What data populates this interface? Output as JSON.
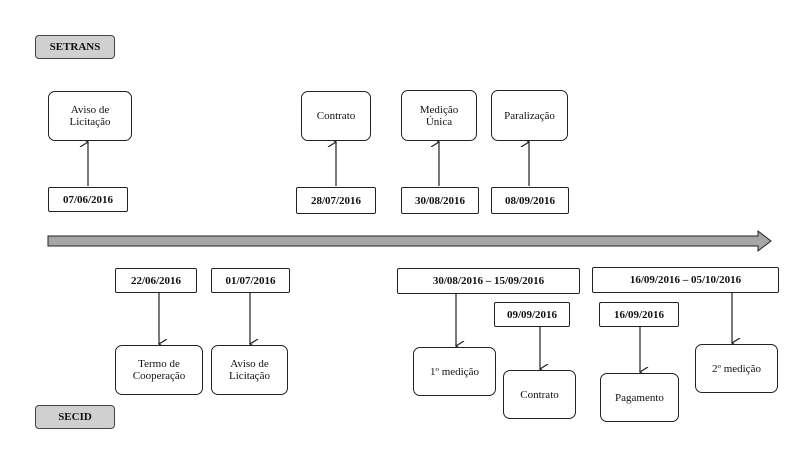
{
  "labels": {
    "top": "SETRANS",
    "bottom": "SECID"
  },
  "setrans_events": [
    {
      "date": "07/06/2016",
      "event": "Aviso de\nLicitação"
    },
    {
      "date": "28/07/2016",
      "event": "Contrato"
    },
    {
      "date": "30/08/2016",
      "event": "Medição\nÚnica"
    },
    {
      "date": "08/09/2016",
      "event": "Paralização"
    }
  ],
  "secid_events": [
    {
      "date": "22/06/2016",
      "event": "Termo de\nCooperação"
    },
    {
      "date": "01/07/2016",
      "event": "Aviso de\nLicitação"
    },
    {
      "date": "30/08/2016 – 15/09/2016",
      "event": "1º medição"
    },
    {
      "date": "09/09/2016",
      "event": "Contrato"
    },
    {
      "date": "16/09/2016",
      "event": "Pagamento"
    },
    {
      "date": "16/09/2016 – 05/10/2016",
      "event": "2º medição"
    }
  ]
}
